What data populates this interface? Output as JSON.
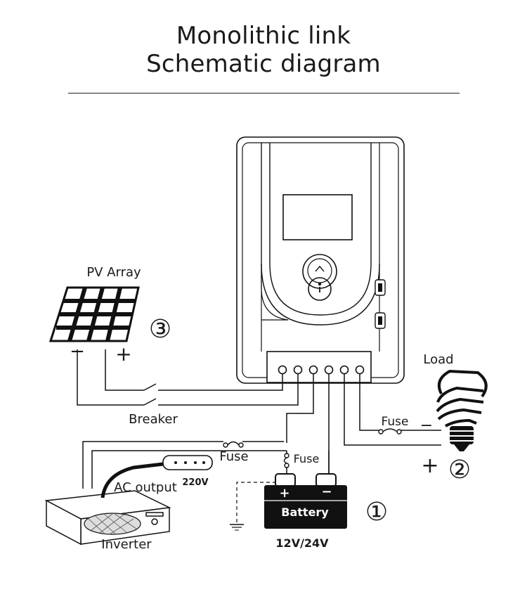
{
  "header": {
    "title_line1": "Monolithic link",
    "title_line2": "Schematic diagram"
  },
  "labels": {
    "pv_array": "PV Array",
    "load": "Load",
    "breaker": "Breaker",
    "fuse_load": "Fuse",
    "fuse_inverter": "Fuse",
    "fuse_battery": "Fuse",
    "ac_output": "AC output",
    "ac_voltage": "220V",
    "battery": "Battery",
    "battery_voltage": "12V/24V",
    "inverter": "Inverter",
    "marker_1": "①",
    "marker_2": "②",
    "marker_3": "③",
    "minus": "−",
    "plus": "+"
  }
}
